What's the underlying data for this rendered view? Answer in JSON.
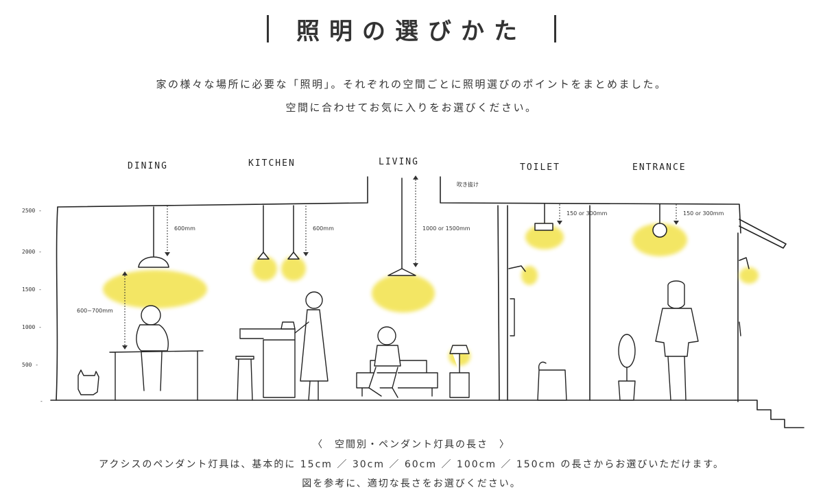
{
  "title": "照明の選びかた",
  "intro": {
    "line1": "家の様々な場所に必要な「照明」。それぞれの空間ごとに照明選びのポイントをまとめました。",
    "line2": "空間に合わせてお気に入りをお選びください。"
  },
  "rooms": {
    "dining": "DINING",
    "kitchen": "KITCHEN",
    "living": "LIVING",
    "toilet": "TOILET",
    "entrance": "ENTRANCE"
  },
  "annotations": {
    "fukinuke": "吹き抜け",
    "dining_drop": "600mm",
    "dining_table": "600~700mm",
    "kitchen_drop": "600mm",
    "living_drop": "1000 or 1500mm",
    "toilet_drop": "150 or 300mm",
    "entrance_drop": "150 or 300mm"
  },
  "y_ticks": [
    "2500 -",
    "2000 -",
    "1500 -",
    "1000 -",
    "500 -",
    "-"
  ],
  "footer": {
    "heading": "〈　空間別・ペンダント灯具の長さ　〉",
    "line1": "アクシスのペンダント灯具は、基本的に 15cm ／ 30cm ／ 60cm ／ 100cm ／ 150cm の長さからお選びいただけます。",
    "line2": "図を参考に、適切な長さをお選びください。"
  },
  "colors": {
    "light_glow": "#f2e24a",
    "line": "#222222"
  }
}
